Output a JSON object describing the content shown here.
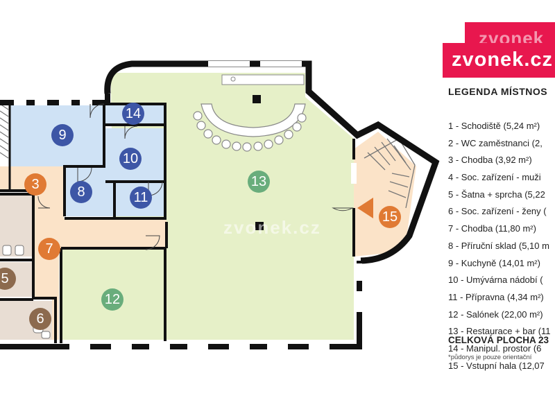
{
  "brand": {
    "logo_text": "zvonek.cz",
    "logo_text_back": "zvonek",
    "watermark": "zvonek.cz",
    "color": "#e8174e"
  },
  "legend": {
    "title": "LEGENDA MÍSTNOS",
    "items": [
      "1 - Schodiště (5,24 m²)",
      "2 - WC zaměstnanci (2,",
      "3 - Chodba (3,92 m²)",
      "4 - Soc. zařízení - muži",
      "5 - Šatna + sprcha (5,22",
      "6 - Soc. zařízení - ženy (",
      "7 - Chodba (11,80 m²)",
      "8 - Příruční sklad (5,10 m",
      "9 - Kuchyně (14,01 m²)",
      "10 - Umývárna nádobí (",
      "11 - Přípravna (4,34 m²)",
      "12 - Salónek (22,00 m²)",
      "13 - Restaurace + bar (11",
      "14 - Manipul. prostor (6",
      "15 - Vstupní hala (12,07"
    ],
    "total": "CELKOVÁ PLOCHA 23",
    "note": "*půdorys je pouze orientační"
  },
  "rooms": {
    "r3": "3",
    "r5": "5",
    "r6": "6",
    "r7": "7",
    "r8": "8",
    "r9": "9",
    "r10": "10",
    "r11": "11",
    "r12": "12",
    "r13": "13",
    "r14": "14",
    "r15": "15"
  },
  "colors": {
    "restaurant": "#e6f0c8",
    "kitchen": "#cfe2f5",
    "corridor": "#fbe3c8",
    "sanitary": "#e8ddd3",
    "entrance": "#fbe3c8",
    "wall": "#111111",
    "badge_blue": "#3d56a6",
    "badge_green": "#69ad7c",
    "badge_orange": "#e07a34",
    "badge_brown": "#8c6a4e"
  }
}
